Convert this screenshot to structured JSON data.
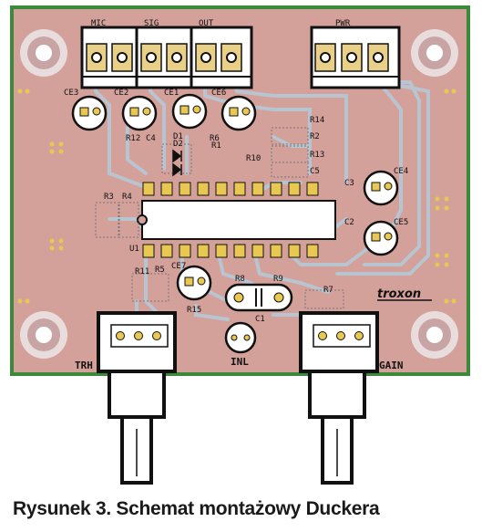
{
  "caption": "Rysunek 3. Schemat montażowy Duckera",
  "colors": {
    "board_edge": "#3a8a3a",
    "pcb": "#d4a09a",
    "trace": "#b8c4d0",
    "pad": "#d8b030",
    "silk": "#111111",
    "mount_hole": "#c8a4a4"
  },
  "connectors": {
    "mic": "MIC",
    "sig": "SIG",
    "out": "OUT",
    "pwr": "PWR"
  },
  "labels": {
    "ce3": "CE3",
    "ce2": "CE2",
    "ce1": "CE1",
    "ce6": "CE6",
    "ce4": "CE4",
    "ce5": "CE5",
    "ce7": "CE7",
    "r12": "R12",
    "c4": "C4",
    "d1": "D1",
    "d2": "D2",
    "r6": "R6",
    "r1": "R1",
    "r14": "R14",
    "r2": "R2",
    "r13": "R13",
    "r10": "R10",
    "c5": "C5",
    "c3": "C3",
    "c2": "C2",
    "r3": "R3",
    "r4": "R4",
    "u1": "U1",
    "r11": "R11",
    "r5": "R5",
    "r8": "R8",
    "r9": "R9",
    "r15": "R15",
    "c1": "C1",
    "r7": "R7",
    "trh": "TRH",
    "inl": "INL",
    "gain": "GAIN",
    "logo": "troxon"
  }
}
